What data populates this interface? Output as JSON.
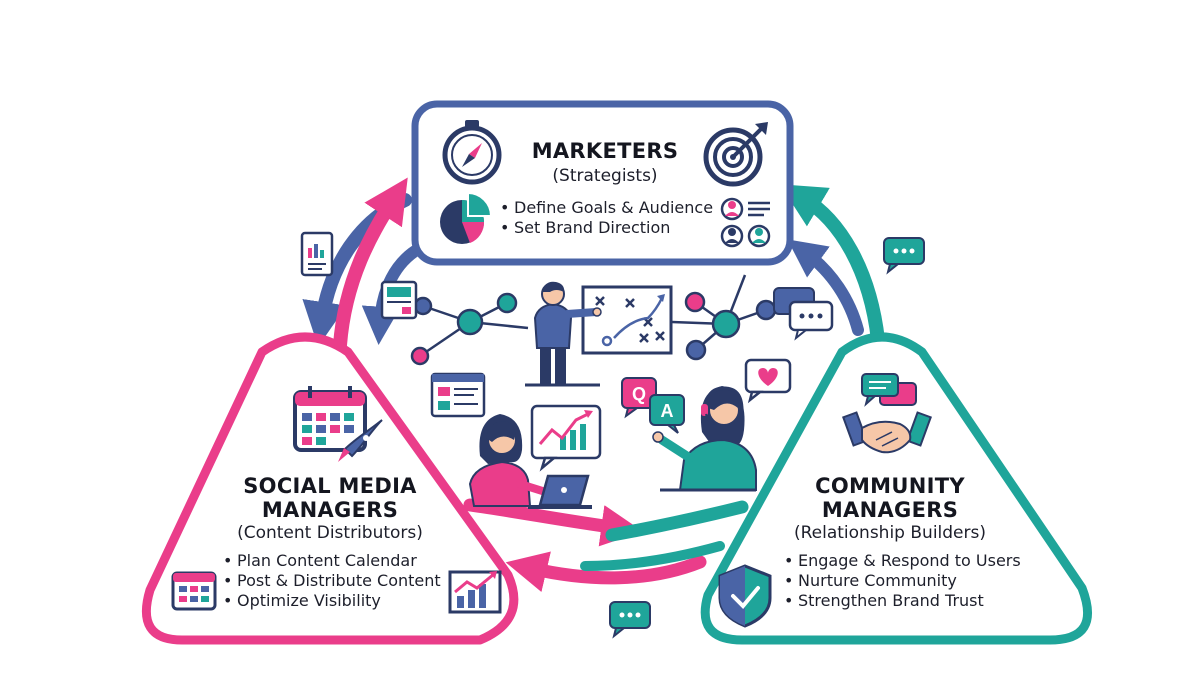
{
  "marketers": {
    "title": "MARKETERS",
    "subtitle": "(Strategists)",
    "bullets": [
      "Define Goals & Audience",
      "Set Brand Direction"
    ]
  },
  "social": {
    "title_line1": "SOCIAL MEDIA",
    "title_line2": "MANAGERS",
    "subtitle": "(Content Distributors)",
    "bullets": [
      "Plan Content Calendar",
      "Post & Distribute Content",
      "Optimize Visibility"
    ]
  },
  "community": {
    "title_line1": "COMMUNITY",
    "title_line2": "MANAGERS",
    "subtitle": "(Relationship Builders)",
    "bullets": [
      "Engage & Respond to Users",
      "Nurture Community",
      "Strengthen Brand Trust"
    ]
  },
  "qa_bubble": {
    "q": "Q",
    "a": "A"
  },
  "colors": {
    "blue": "#4a64a6",
    "pink": "#ea3d8a",
    "teal": "#1fa59a",
    "navy": "#2b3a66",
    "ink": "#1d1f2b"
  }
}
